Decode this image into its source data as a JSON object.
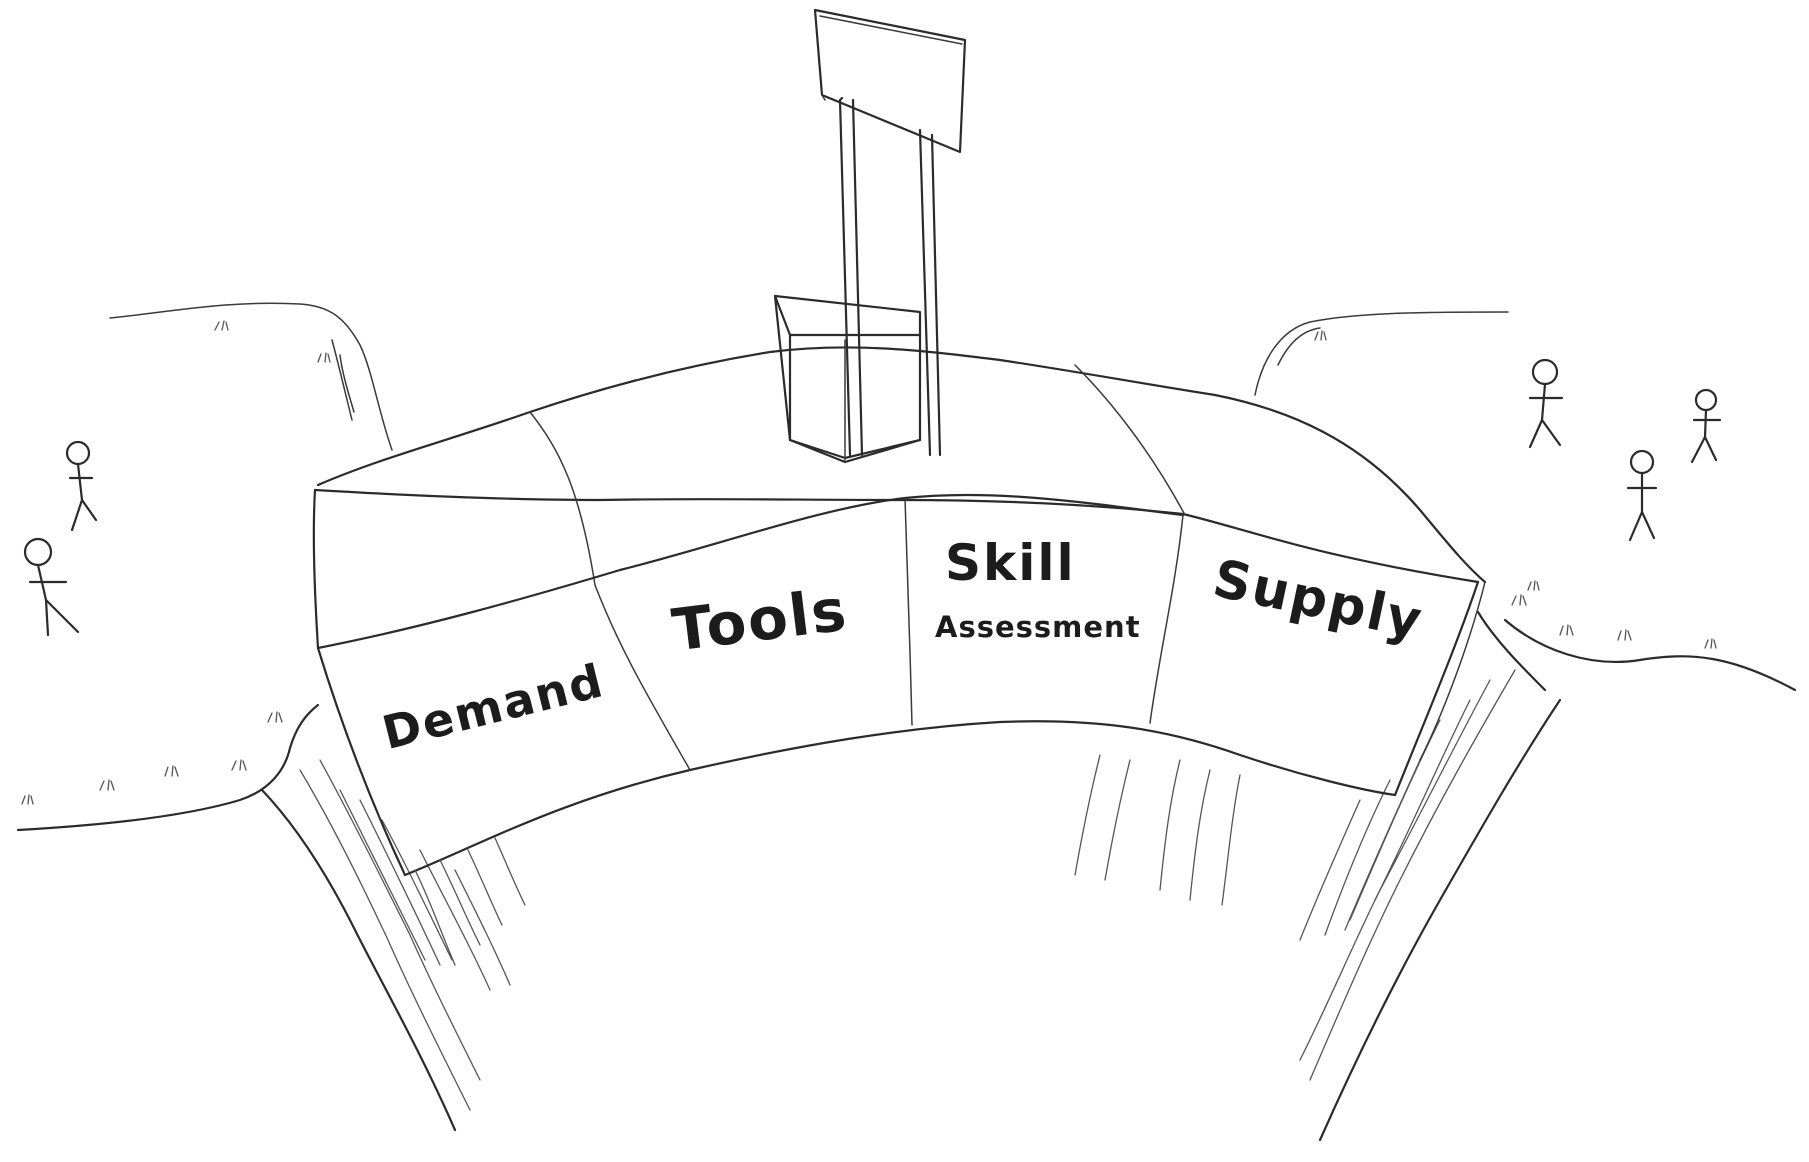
{
  "bridge": {
    "blocks": [
      {
        "label": "Demand",
        "sublabel": ""
      },
      {
        "label": "Tools",
        "sublabel": ""
      },
      {
        "label": "Skill",
        "sublabel": "Assessment"
      },
      {
        "label": "Supply",
        "sublabel": ""
      }
    ]
  },
  "sign": {
    "text": ""
  },
  "people": {
    "left_count": 2,
    "right_count": 3
  },
  "colors": {
    "ink": "#2b2b2b",
    "paper": "#ffffff"
  }
}
